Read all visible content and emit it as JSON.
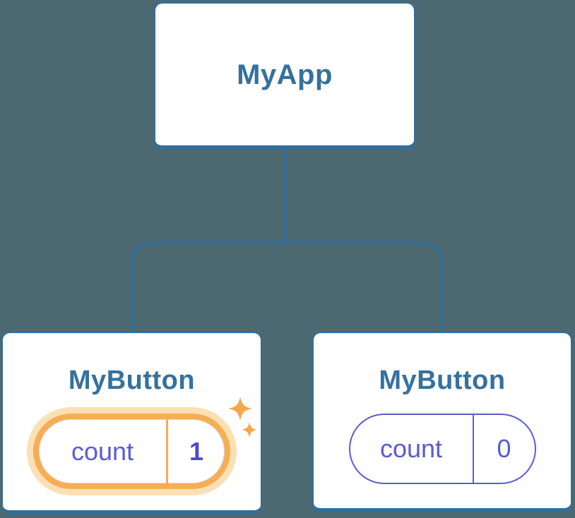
{
  "diagram_type": "component-tree",
  "colors": {
    "background": "#4c6871",
    "node_background": "#ffffff",
    "node_border": "#2f6f9f",
    "node_title_text": "#35719e",
    "connector_line": "#2f6f9f",
    "state_accent": "#5a5ad8",
    "state_value_highlight_text": "#4c4ccb",
    "highlight_ring": "#f6ae55",
    "highlight_glow": "#fae0b4",
    "sparkle": "#f4a84a"
  },
  "nodes": {
    "root": {
      "label": "MyApp"
    },
    "left_child": {
      "label": "MyButton",
      "state": {
        "key": "count",
        "value": "1"
      },
      "highlighted": true
    },
    "right_child": {
      "label": "MyButton",
      "state": {
        "key": "count",
        "value": "0"
      },
      "highlighted": false
    }
  },
  "icons": {
    "sparkle_large": "sparkle-icon",
    "sparkle_small": "sparkle-icon"
  }
}
